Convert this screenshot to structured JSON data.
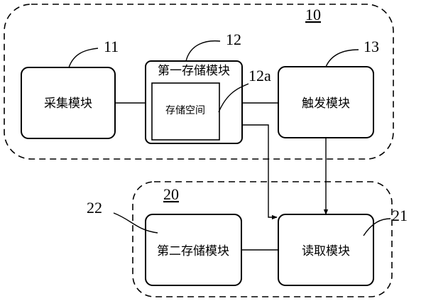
{
  "group_top": {
    "ref": "10"
  },
  "group_bottom": {
    "ref": "20"
  },
  "modules": {
    "collect": {
      "label": "采集模块",
      "ref": "11"
    },
    "first_storage": {
      "label": "第一存储模块",
      "ref": "12"
    },
    "storage_space": {
      "label": "存储空间",
      "ref": "12a"
    },
    "trigger": {
      "label": "触发模块",
      "ref": "13"
    },
    "second_storage": {
      "label": "第二存储模块",
      "ref": "22"
    },
    "read": {
      "label": "读取模块",
      "ref": "21"
    }
  }
}
